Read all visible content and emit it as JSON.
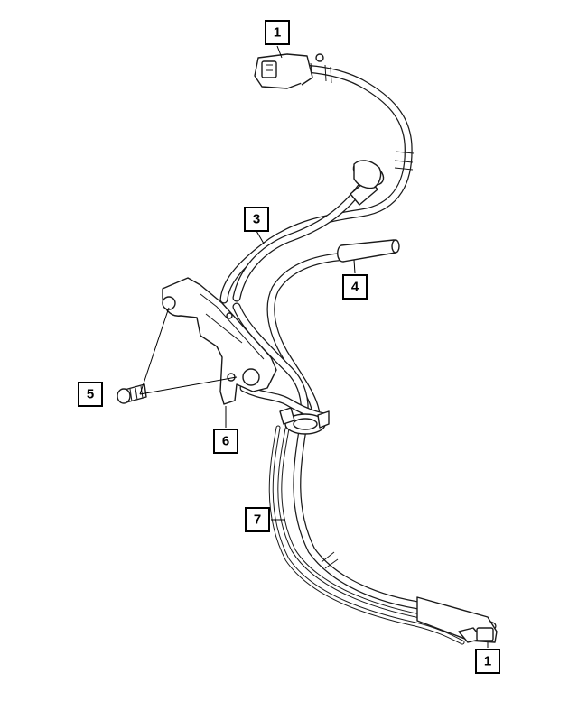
{
  "callouts": [
    {
      "id": "top-1",
      "label": "1"
    },
    {
      "id": "3",
      "label": "3"
    },
    {
      "id": "4",
      "label": "4"
    },
    {
      "id": "5",
      "label": "5"
    },
    {
      "id": "6",
      "label": "6"
    },
    {
      "id": "7",
      "label": "7"
    },
    {
      "id": "bottom-1",
      "label": "1"
    }
  ]
}
